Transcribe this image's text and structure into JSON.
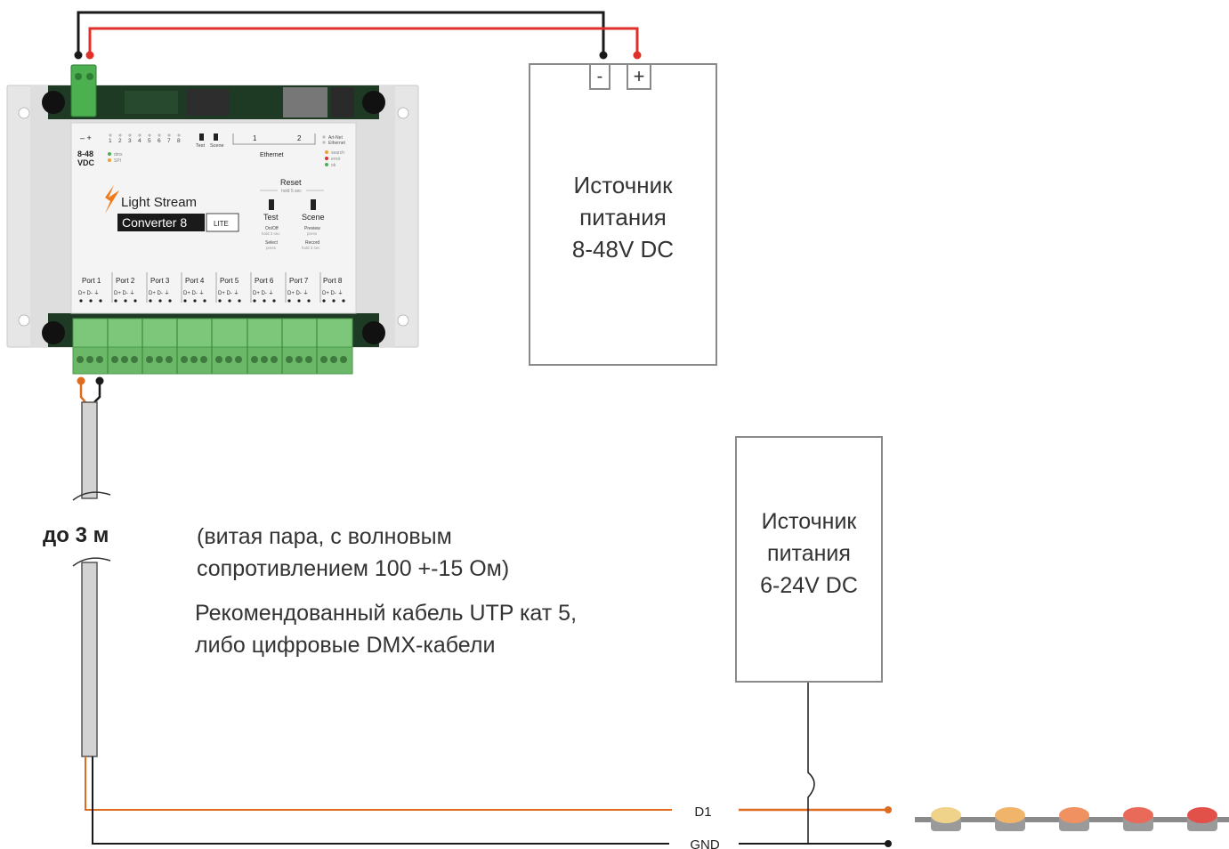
{
  "power_supply_1": {
    "line1": "Источник",
    "line2": "питания",
    "line3": "8-48V DC",
    "minus": "-",
    "plus": "+"
  },
  "power_supply_2": {
    "line1": "Источник",
    "line2": "питания",
    "line3": "6-24V DC"
  },
  "cable": {
    "length_label": "до 3 м",
    "note_line1": "(витая пара, с волновым",
    "note_line2": "сопротивлением 100 +-15 Ом)",
    "rec_line1": "Рекомендованный кабель UTP кат 5,",
    "rec_line2": "либо цифровые DMX-кабели"
  },
  "signals": {
    "d1": "D1",
    "gnd": "GND"
  },
  "device": {
    "brand": "Light Stream",
    "model": "Converter 8",
    "edition": "LITE",
    "voltage_line1": "8-48",
    "voltage_line2": "VDC",
    "led_numbers": [
      "1",
      "2",
      "3",
      "4",
      "5",
      "6",
      "7",
      "8"
    ],
    "test_label_small": "Test",
    "scene_label_small": "Scene",
    "eth_port_1": "1",
    "eth_port_2": "2",
    "ethernet_label": "Ethernet",
    "artnet_label": "Art-Net",
    "artnet_eth_label": "Ethernet",
    "led_dmx": "dmx",
    "led_spi": "SPI",
    "status_labels": [
      "search",
      "error",
      "ok"
    ],
    "reset_label": "Reset",
    "reset_hint": "hold 5 sec",
    "test_button": "Test",
    "scene_button": "Scene",
    "test_desc1": "On/Off",
    "test_desc2": "hold 3 sec",
    "test_desc3": "Select",
    "test_desc4": "press",
    "scene_desc1": "Preview",
    "scene_desc2": "press",
    "scene_desc3": "Record",
    "scene_desc4": "hold 3 sec",
    "ports": [
      "Port 1",
      "Port 2",
      "Port 3",
      "Port 4",
      "Port 5",
      "Port 6",
      "Port 7",
      "Port 8"
    ],
    "pin_labels": "D+ D- ⏚"
  },
  "colors": {
    "red_wire": "#e0302a",
    "black_wire": "#1a1a1a",
    "orange_wire": "#e06a1e",
    "board_green": "#1e5a2a",
    "terminal_green": "#7cc77a",
    "enclosure": "#e6e6e6",
    "brand_orange": "#f07a1a"
  }
}
